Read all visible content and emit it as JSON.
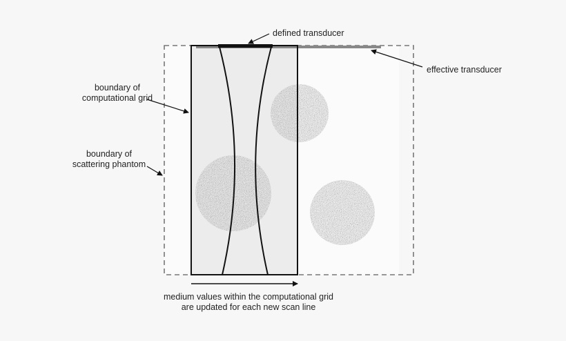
{
  "labels": {
    "defined_transducer": "defined transducer",
    "effective_transducer": "effective transducer",
    "computational_grid": [
      "boundary of",
      "computational grid"
    ],
    "scattering_phantom": [
      "boundary of",
      "scattering phantom"
    ],
    "scan_caption": [
      "medium values within the computational grid",
      "are updated for each new scan line"
    ]
  },
  "colors": {
    "background": "#f7f7f7",
    "grid_fill": "#ececec",
    "phantom_fill": "#fbfbfb",
    "outline": "#111111",
    "dashed_boundary": "#777777",
    "effective_transducer": "#888888",
    "scatterer": "#9a9a9a"
  }
}
